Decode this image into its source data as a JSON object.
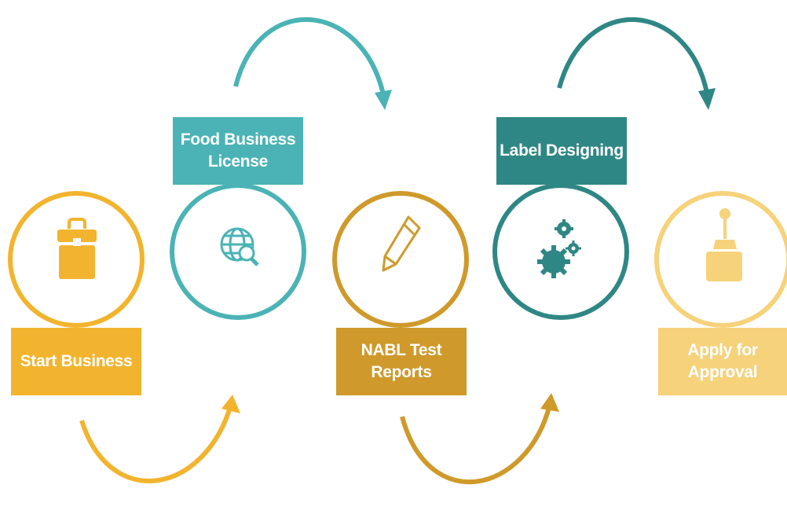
{
  "steps": [
    {
      "label": "Start Business",
      "icon": "briefcase-icon",
      "color": "#F2B42E"
    },
    {
      "label": "Food Business\nLicense",
      "icon": "globe-search-icon",
      "color": "#4BB3B5"
    },
    {
      "label": "NABL Test\nReports",
      "icon": "pencil-icon",
      "color": "#CF9A2B"
    },
    {
      "label": "Label Designing",
      "icon": "gears-icon",
      "color": "#2F8785"
    },
    {
      "label": "Apply for\nApproval",
      "icon": "joystick-icon",
      "color": "#F6D27A"
    }
  ]
}
